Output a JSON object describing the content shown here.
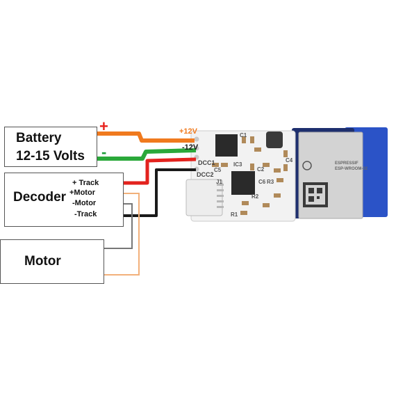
{
  "battery": {
    "title": "Battery",
    "voltage": "12-15 Volts",
    "plus": "+",
    "minus": "-"
  },
  "decoder": {
    "title": "Decoder",
    "terminals": [
      "+ Track",
      "+Motor",
      "-Motor",
      "-Track"
    ]
  },
  "motor": {
    "title": "Motor"
  },
  "board": {
    "pins": [
      "+12V",
      "-12V",
      "DCC1",
      "DCC2"
    ],
    "silkscreen": [
      "C5",
      "IC3",
      "J1",
      "R3",
      "R2",
      "R1",
      "C1",
      "C2",
      "C4",
      "C6"
    ],
    "module_brand": "ESPRESSIF",
    "module_model": "ESP-WROOM-32"
  },
  "colors": {
    "plus_red": "#e8211c",
    "minus_green": "#1e9e3a",
    "orange_wire": "#f07a1e",
    "green_wire": "#2aa83a",
    "red_wire": "#e3231e",
    "black_wire": "#1a1a1a",
    "thin_orange_wire": "#f2b07a",
    "thin_gray_wire": "#777777",
    "pcb_white": "#f4f4f4",
    "module_blue": "#2b53c7"
  }
}
